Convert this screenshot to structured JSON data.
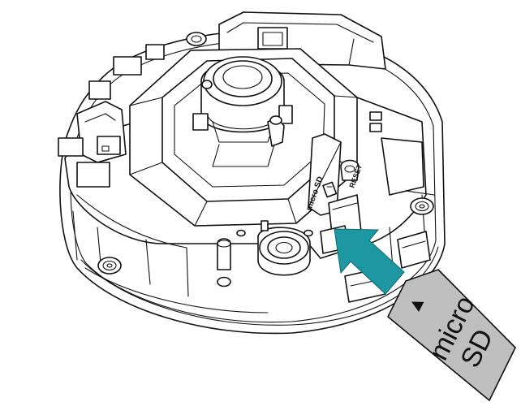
{
  "labels": {
    "micro_sd_slot": "micro SD",
    "reset_button": "RESET",
    "card_line1": "micro",
    "card_line2": "SD",
    "card_arrow": "▲"
  },
  "colors": {
    "insert_arrow": "#1d97a2",
    "card_fill": "#bfbfbf",
    "line": "#111111",
    "background": "#ffffff"
  }
}
